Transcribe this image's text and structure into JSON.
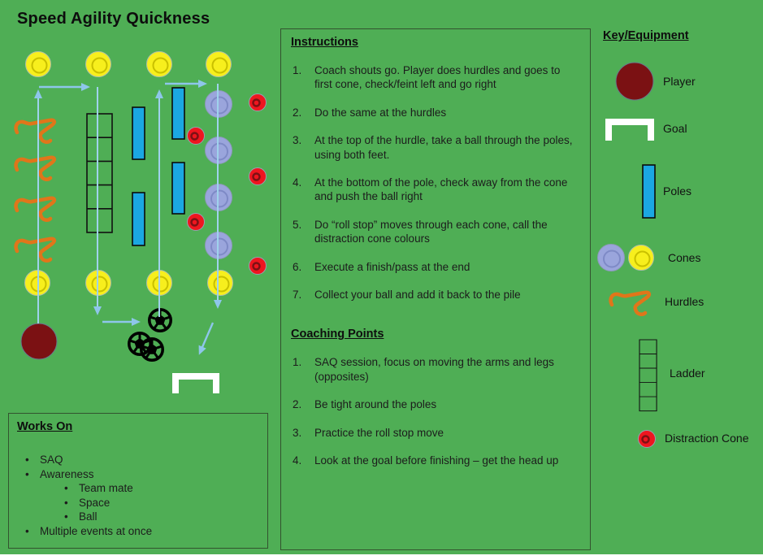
{
  "title": "Speed Agility Quickness",
  "instructions": {
    "heading": "Instructions",
    "items": [
      "Coach shouts go. Player does hurdles and goes to first cone, check/feint left and go right",
      "Do the same at the hurdles",
      "At the top of the hurdle, take a ball through the poles, using both feet.",
      "At the bottom of the pole, check away from the cone and push the ball right",
      "Do “roll stop” moves through each cone, call the distraction cone colours",
      "Execute a finish/pass at the end",
      "Collect your ball and add it back to the pile"
    ]
  },
  "coaching_points": {
    "heading": "Coaching Points",
    "items": [
      "SAQ session, focus on moving the arms and legs (opposites)",
      "Be tight around the poles",
      "Practice the roll stop move",
      "Look at the goal before finishing – get the head up"
    ]
  },
  "works_on": {
    "heading": "Works On",
    "items": [
      "SAQ",
      "Awareness",
      "Multiple events at once"
    ],
    "awareness_sub": [
      "Team mate",
      "Space",
      "Ball"
    ]
  },
  "key": {
    "heading": "Key/Equipment",
    "items": [
      {
        "icon": "player-circle-icon",
        "label": "Player"
      },
      {
        "icon": "goal-icon",
        "label": "Goal"
      },
      {
        "icon": "pole-icon",
        "label": "Poles"
      },
      {
        "icon": "cones-icon",
        "label": "Cones"
      },
      {
        "icon": "hurdle-icon",
        "label": "Hurdles"
      },
      {
        "icon": "ladder-icon",
        "label": "Ladder"
      },
      {
        "icon": "distraction-cone-icon",
        "label": "Distraction Cone"
      }
    ]
  },
  "colors": {
    "background_green": "#4fae55",
    "arrow_blue": "#8ec6ea",
    "line_blue": "#a5d8ee",
    "pole_blue": "#1ba7e2",
    "cone_yellow": "#f7ef1d",
    "cone_purple": "#9aa5dc",
    "cone_red": "#ee161f",
    "player_maroon": "#7b1113",
    "hurdle_orange": "#e0761a",
    "goal_white": "#ffffff"
  }
}
